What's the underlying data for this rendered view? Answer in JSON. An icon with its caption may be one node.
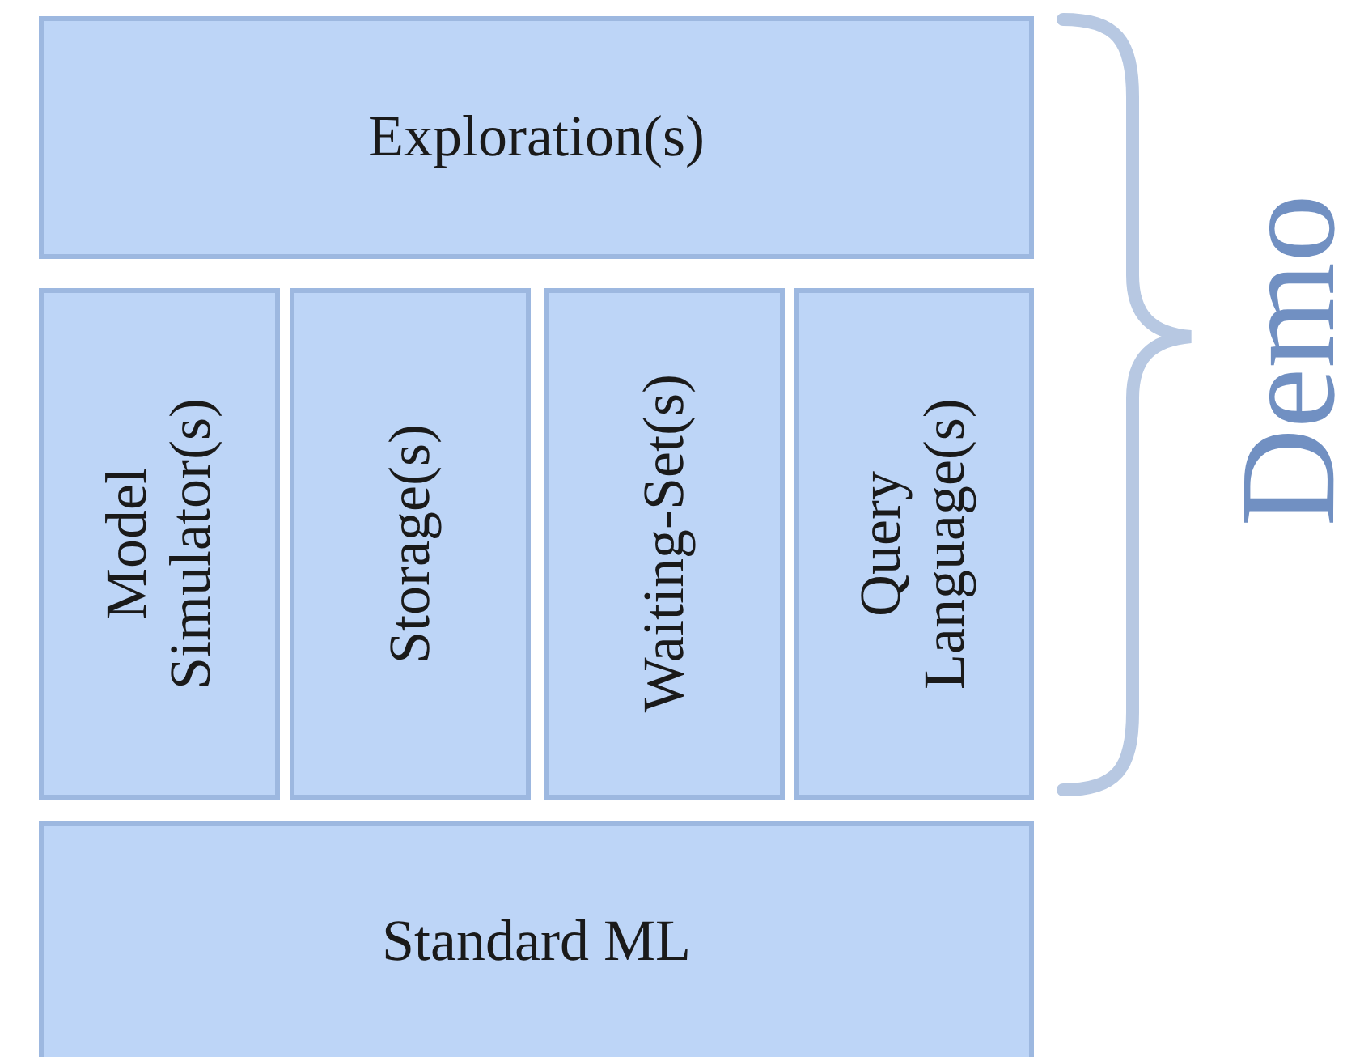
{
  "diagram": {
    "nodes": [
      {
        "text": [
          "Exploration(s)"
        ]
      },
      {
        "text": [
          "Model Simulator(s)"
        ]
      },
      {
        "text": [
          "Storage(s)"
        ]
      },
      {
        "text": [
          "Waiting-Set(s)"
        ]
      },
      {
        "text": [
          "Query Language(s)"
        ]
      },
      {
        "text": [
          "Standard ML"
        ]
      }
    ],
    "edges": [],
    "labels": [
      "Demo"
    ]
  }
}
